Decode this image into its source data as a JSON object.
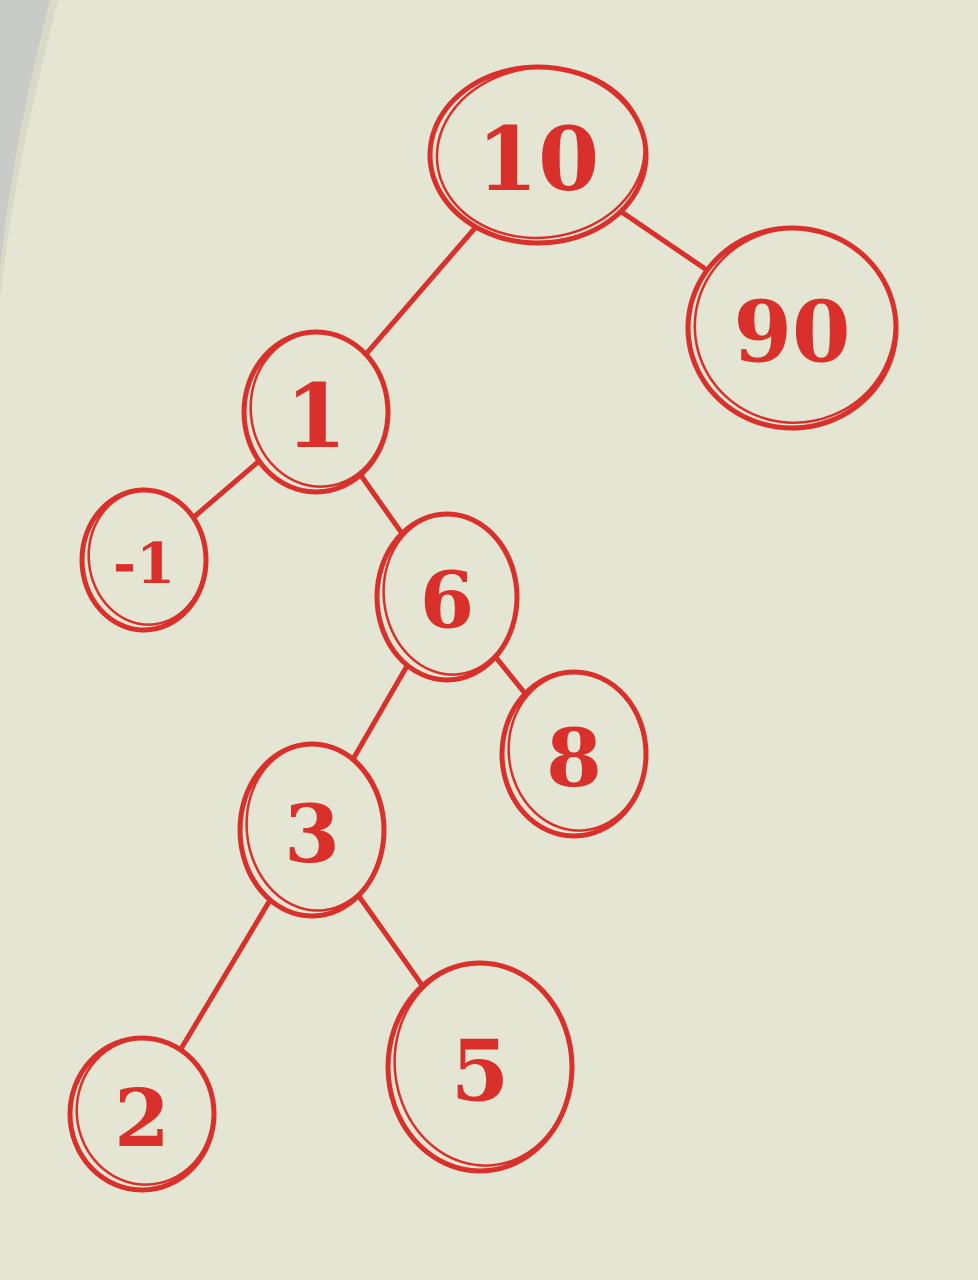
{
  "colors": {
    "paper": "#e4e6d3",
    "paper_shadow": "#d8dac6",
    "background": "#c9cbc6",
    "ink": "#d9302b"
  },
  "tree": {
    "nodes": [
      {
        "id": "n10",
        "label": "10"
      },
      {
        "id": "n90",
        "label": "90"
      },
      {
        "id": "n1",
        "label": "1"
      },
      {
        "id": "nm1",
        "label": "-1"
      },
      {
        "id": "n6",
        "label": "6"
      },
      {
        "id": "n3",
        "label": "3"
      },
      {
        "id": "n8",
        "label": "8"
      },
      {
        "id": "n2",
        "label": "2"
      },
      {
        "id": "n5",
        "label": "5"
      }
    ],
    "edges": [
      {
        "from": "n10",
        "to": "n1"
      },
      {
        "from": "n10",
        "to": "n90"
      },
      {
        "from": "n1",
        "to": "nm1"
      },
      {
        "from": "n1",
        "to": "n6"
      },
      {
        "from": "n6",
        "to": "n3"
      },
      {
        "from": "n6",
        "to": "n8"
      },
      {
        "from": "n3",
        "to": "n2"
      },
      {
        "from": "n3",
        "to": "n5"
      }
    ]
  }
}
